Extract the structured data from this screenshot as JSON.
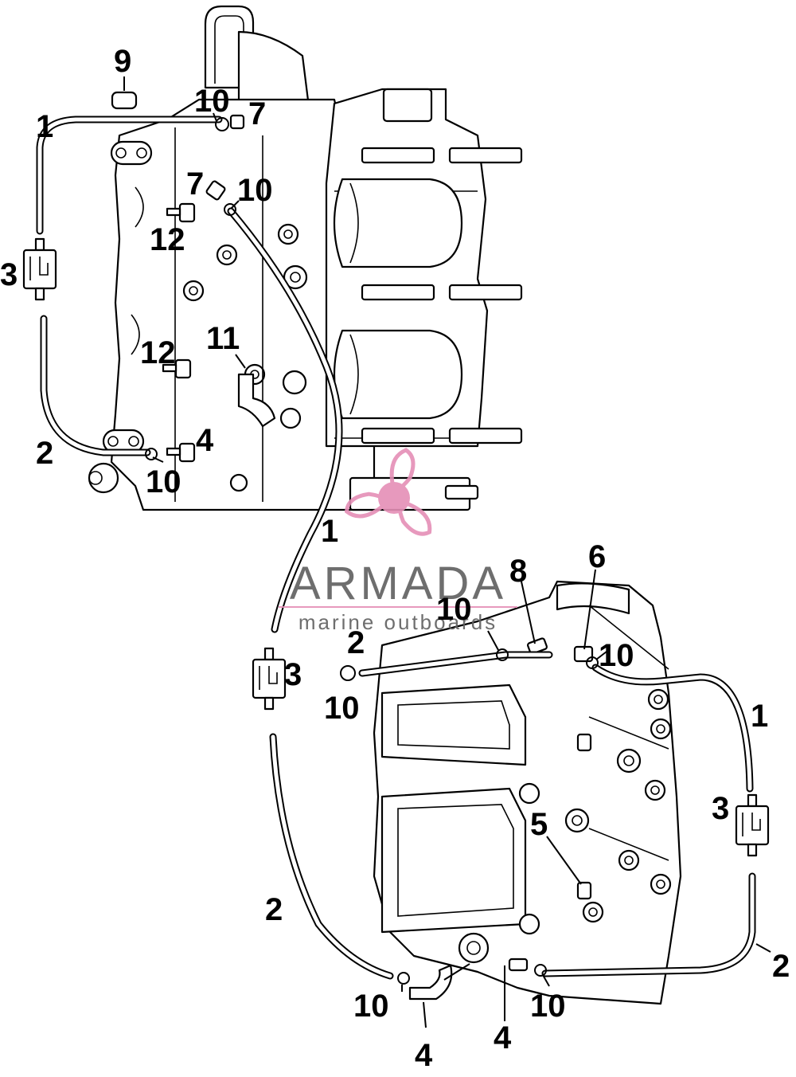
{
  "callouts": {
    "c1": "9",
    "c2": "10",
    "c3": "7",
    "c4": "1",
    "c5": "7",
    "c6": "10",
    "c7": "12",
    "c8": "3",
    "c9": "12",
    "c10": "11",
    "c11": "2",
    "c12": "4",
    "c13": "10",
    "c14": "1",
    "c15": "8",
    "c16": "6",
    "c17": "10",
    "c18": "2",
    "c19": "10",
    "c20": "3",
    "c21": "10",
    "c22": "1",
    "c23": "3",
    "c24": "5",
    "c25": "2",
    "c26": "2",
    "c27": "10",
    "c28": "10",
    "c29": "4",
    "c30": "4"
  },
  "watermark": {
    "brand": "ARMADA",
    "tagline": "marine outboards",
    "color": "#e58fb6"
  }
}
